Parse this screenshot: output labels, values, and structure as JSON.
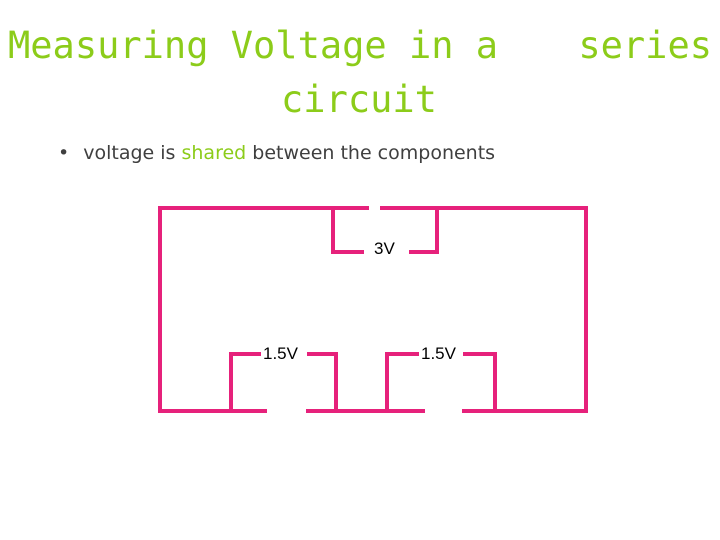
{
  "title": {
    "line1": "Measuring Voltage in a",
    "line2": "series",
    "line3": "circuit"
  },
  "bullet": {
    "prefix": "voltage is",
    "highlight": "shared",
    "suffix": "between the components"
  },
  "circuit": {
    "wire_color": "#e6217b",
    "labels": {
      "total": "3V",
      "component_left": "1.5V",
      "component_right": "1.5V"
    }
  },
  "colors": {
    "title": "#8ccc1a",
    "text": "#3f3f3f"
  }
}
